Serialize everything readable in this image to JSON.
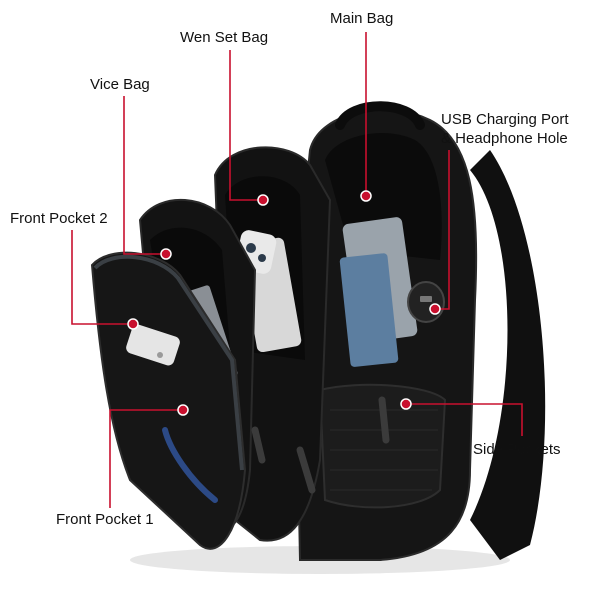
{
  "colors": {
    "background": "#ffffff",
    "callout": "#c8102e",
    "bag_body": "#151515",
    "bag_edge": "#2a2a2a",
    "zipper": "#3a3f44",
    "mesh": "#1c1c1c"
  },
  "labels": {
    "main_bag": "Main Bag",
    "wen_set_bag": "Wen Set Bag",
    "vice_bag": "Vice Bag",
    "front_pocket_2": "Front Pocket 2",
    "usb_port_line1": "USB Charging Port",
    "usb_port_line2": "& Headphone Hole",
    "side_pockets": "Side Pockets",
    "front_pocket_1": "Front Pocket 1"
  }
}
